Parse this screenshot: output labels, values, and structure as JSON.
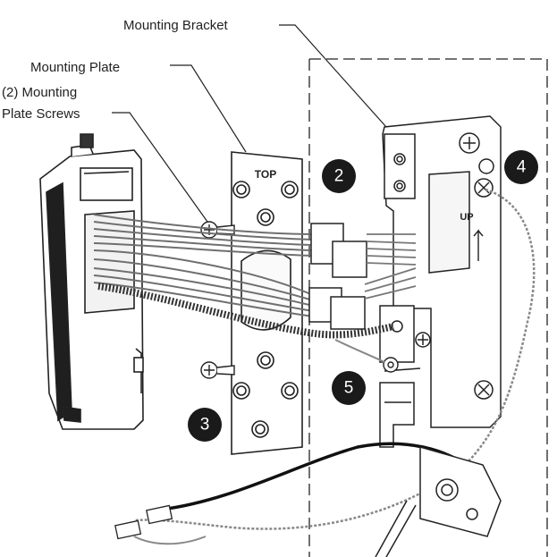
{
  "labels": {
    "mounting_bracket": "Mounting Bracket",
    "mounting_plate": "Mounting Plate",
    "screws_line1": "(2)  Mounting",
    "screws_line2": "Plate Screws"
  },
  "plate_stamp": "TOP",
  "bracket_stamp": "UP",
  "callouts": [
    "2",
    "3",
    "4",
    "5"
  ],
  "colors": {
    "line": "#222222",
    "callout_fill": "#1a1a1a",
    "callout_text": "#ffffff",
    "wire": "#777777"
  }
}
